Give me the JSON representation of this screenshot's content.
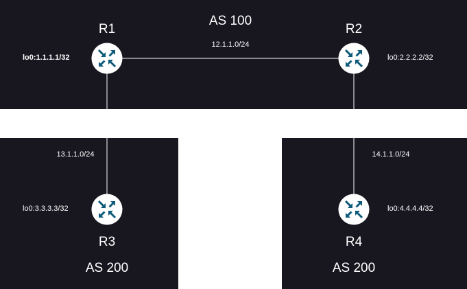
{
  "colors": {
    "background": "#18161f",
    "router_fill": "#ffffff",
    "router_icon": "#0e5a79",
    "link": "#ffffff",
    "text": "#ffffff"
  },
  "areas": [
    {
      "label": "AS 100"
    },
    {
      "label": "AS 200"
    },
    {
      "label": "AS 200"
    }
  ],
  "routers": [
    {
      "name": "R1",
      "loopback": "lo0:1.1.1.1/32",
      "icon": "router-icon"
    },
    {
      "name": "R2",
      "loopback": "lo0:2.2.2.2/32",
      "icon": "router-icon"
    },
    {
      "name": "R3",
      "loopback": "lo0:3.3.3.3/32",
      "icon": "router-icon"
    },
    {
      "name": "R4",
      "loopback": "lo0:4.4.4.4/32",
      "icon": "router-icon"
    }
  ],
  "links": [
    {
      "from": "R1",
      "to": "R2",
      "subnet": "12.1.1.0/24"
    },
    {
      "from": "R1",
      "to": "R3",
      "subnet": "13.1.1.0/24"
    },
    {
      "from": "R2",
      "to": "R4",
      "subnet": "14.1.1.0/24"
    }
  ]
}
